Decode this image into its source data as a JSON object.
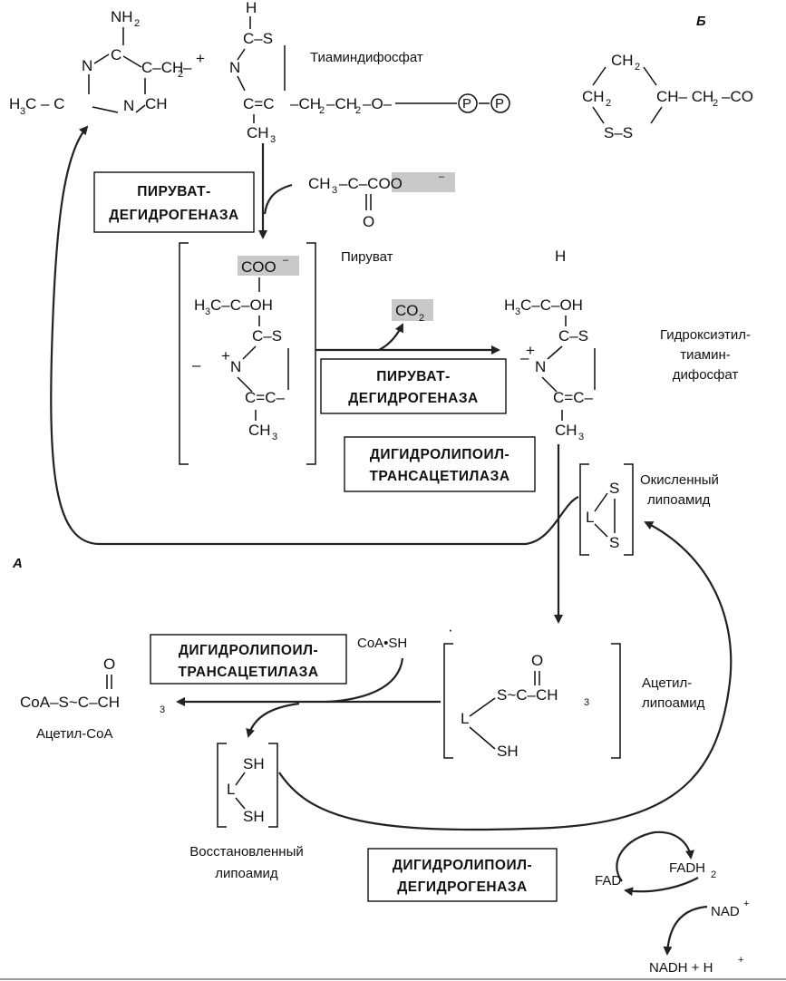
{
  "panels": {
    "a": "А",
    "b": "Б"
  },
  "compounds": {
    "tpp": "Тиаминдифосфат",
    "pyruvate": "Пируват",
    "hydroxyethyl_tpp": [
      "Гидроксиэтил-",
      "тиамин-",
      "дифосфат"
    ],
    "oxidized_lipoamide": [
      "Окисленный",
      "липоамид"
    ],
    "acetyl_lipoamide": [
      "Ацетил-",
      "липоамид"
    ],
    "acetyl_coa": "Ацетил-CoA",
    "reduced_lipoamide": [
      "Восстановленный",
      "липоамид"
    ],
    "coa_sh": "CoA•SH",
    "co2": "CO",
    "fad": "FAD",
    "fadh2": "FADH",
    "nad": "NAD",
    "nadh": "NADH + H"
  },
  "enzymes": {
    "pdh_top": [
      "ПИРУВАТ-",
      "ДЕГИДРОГЕНАЗА"
    ],
    "pdh_mid": [
      "ПИРУВАТ-",
      "ДЕГИДРОГЕНАЗА"
    ],
    "dlat_mid": [
      "ДИГИДРОЛИПОИЛ-",
      "ТРАНСАЦЕТИЛАЗА"
    ],
    "dlat_bottom": [
      "ДИГИДРОЛИПОИЛ-",
      "ТРАНСАЦЕТИЛАЗА"
    ],
    "dld": [
      "ДИГИДРОЛИПОИЛ-",
      "ДЕГИДРОГЕНАЗА"
    ]
  }
}
